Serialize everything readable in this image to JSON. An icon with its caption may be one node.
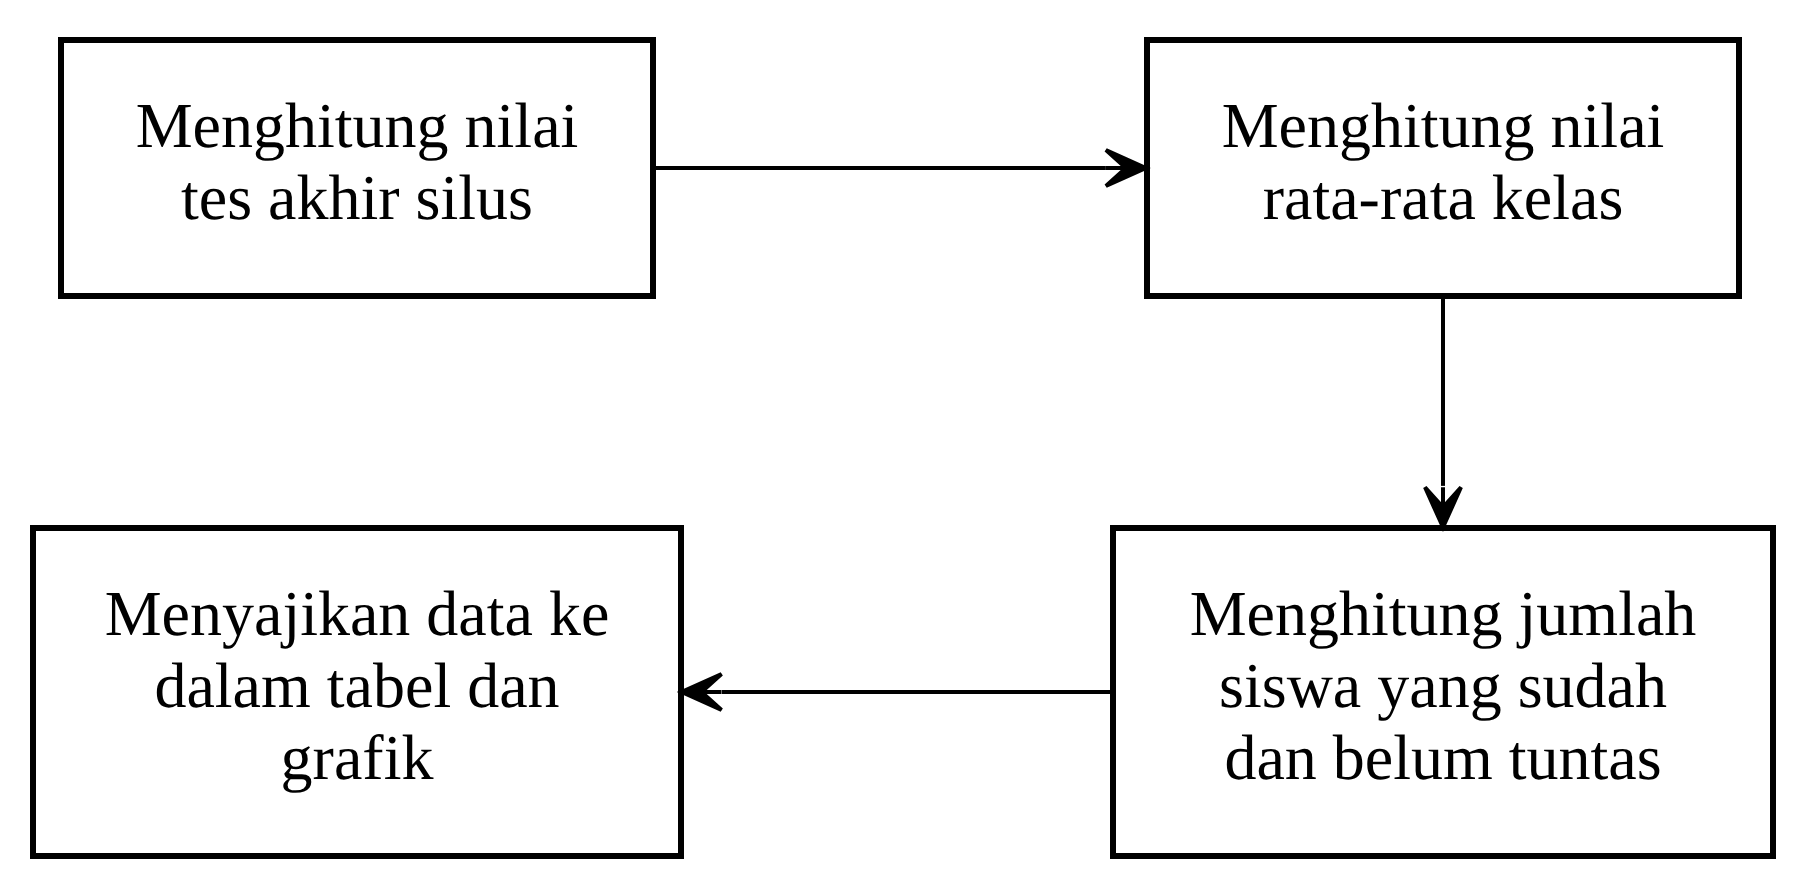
{
  "diagram": {
    "nodes": [
      {
        "text": [
          "Menghitung nilai tes akhir silus"
        ]
      },
      {
        "text": [
          "Menghitung nilai rata-rata kelas"
        ]
      },
      {
        "text": [
          "Menghitung jumlah siswa yang sudah dan belum tuntas"
        ]
      },
      {
        "text": [
          "Menyajikan data ke dalam tabel dan grafik"
        ]
      }
    ],
    "edges": [
      {
        "from": 0,
        "to": 1,
        "arrow": "to"
      },
      {
        "from": 1,
        "to": 2,
        "arrow": "to"
      },
      {
        "from": 2,
        "to": 3,
        "arrow": "to"
      }
    ]
  }
}
